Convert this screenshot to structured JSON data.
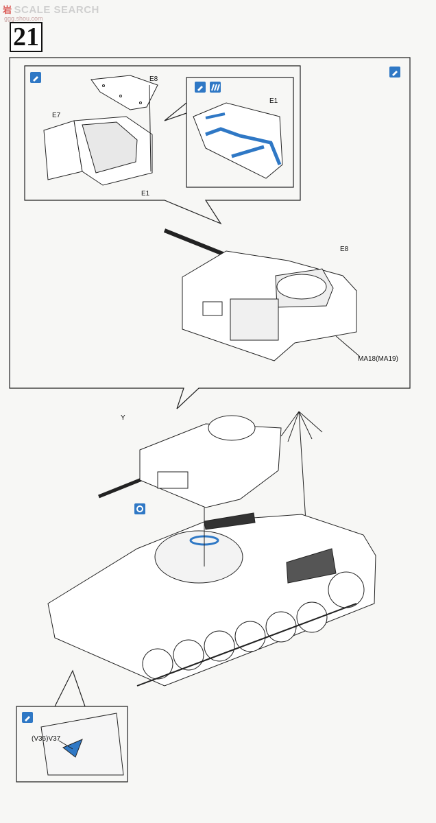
{
  "watermark": {
    "text": "SCALE SEARCH",
    "cn": "岩",
    "url": "ggg.shou.com"
  },
  "step": {
    "number": "21"
  },
  "labels": {
    "e8_top": "E8",
    "e7": "E7",
    "e1_left": "E1",
    "e1_blue": "E1",
    "e8_turret": "E8",
    "ma18": "MA18(MA19)",
    "y": "Y",
    "v37": "(V36)V37"
  },
  "colors": {
    "line": "#222222",
    "accent": "#2f78c5",
    "icon_bg": "#2f78c5"
  },
  "icons": [
    "glue-icon",
    "paint-icon",
    "turn-icon"
  ]
}
